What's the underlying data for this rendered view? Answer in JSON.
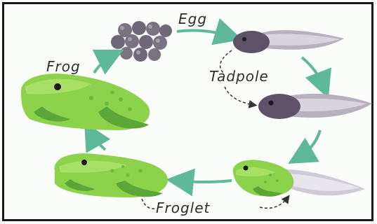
{
  "diagram": {
    "labels": {
      "egg": "Egg",
      "tadpole": "Tadpole",
      "froglet": "Froglet",
      "frog": "Frog"
    }
  },
  "colors": {
    "arrow": "#5fb89a",
    "dashed": "#333333",
    "frog_green": "#8cd24a",
    "frog_dark": "#5aa637",
    "tadpole": "#5e5366",
    "egg": "#7a7280"
  },
  "icons": [
    "egg-cluster-icon",
    "tadpole-icon",
    "froglet-icon",
    "frog-icon",
    "arrow-icon"
  ]
}
